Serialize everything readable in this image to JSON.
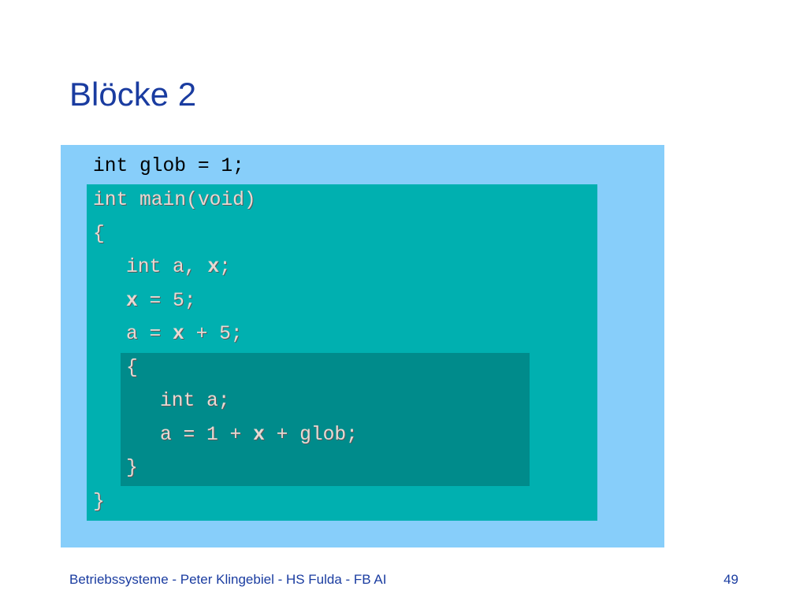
{
  "slide": {
    "title": "Blöcke 2"
  },
  "code": {
    "global_line": "int glob = 1;",
    "main": {
      "signature": "int main(void)",
      "open_brace": "{",
      "decl_prefix": "int a, ",
      "decl_var": "x",
      "decl_suffix": ";",
      "assign_x_var": "x",
      "assign_x_rest": " = 5;",
      "assign_a_prefix": "a = ",
      "assign_a_var": "x",
      "assign_a_suffix": " + 5;",
      "close_brace": "}"
    },
    "inner_block": {
      "open_brace": "{",
      "decl": "int a;",
      "assign_prefix": "a = 1 + ",
      "assign_var": "x",
      "assign_suffix": " + glob;",
      "close_brace": "}"
    }
  },
  "footer": {
    "text": "Betriebssysteme - Peter Klingebiel - HS Fulda - FB AI",
    "page_number": "49"
  }
}
